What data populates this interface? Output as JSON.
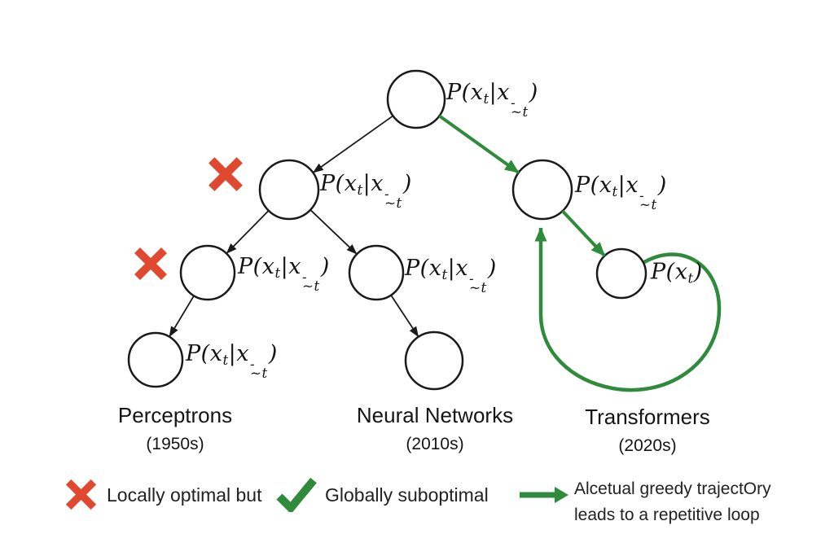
{
  "math": {
    "p_open": "P(x",
    "sub_t": "t",
    "given": "|x",
    "dash": "-",
    "tilde_sub": "~t",
    "close": ")"
  },
  "categories": [
    {
      "name": "Perceptrons",
      "era": "(1950s)"
    },
    {
      "name": "Neural Networks",
      "era": "(2010s)"
    },
    {
      "name": "Transformers",
      "era": "(2020s)"
    }
  ],
  "legend": {
    "item1": {
      "icon": "red-x",
      "label": "Locally optimal but"
    },
    "item2": {
      "icon": "green-check",
      "label": "Globally suboptimal"
    },
    "item3": {
      "icon": "green-arrow",
      "line1": "Alcetual greedy trajectOry",
      "line2": "leads to a repetitive loop"
    }
  },
  "colors": {
    "red_x": "#e0492f",
    "green": "#2e8b3c",
    "line_black": "#1a1a1a",
    "background": "#ffffff"
  }
}
